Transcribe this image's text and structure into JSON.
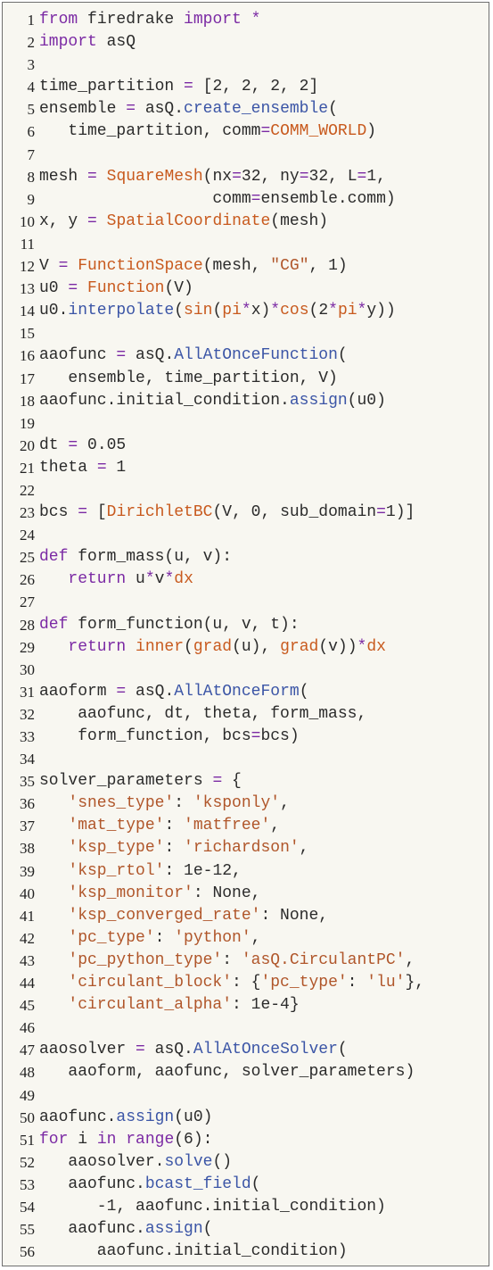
{
  "colors": {
    "background": "#f8f7f1",
    "keyword": "#7b2aa4",
    "method": "#3b55a6",
    "builtin": "#c85a1e",
    "string": "#b0562a",
    "text": "#2b2b2b"
  },
  "lines": [
    {
      "n": "1",
      "tokens": [
        {
          "t": "from",
          "c": "kw"
        },
        {
          "t": " firedrake "
        },
        {
          "t": "import",
          "c": "kw"
        },
        {
          "t": " "
        },
        {
          "t": "*",
          "c": "op"
        }
      ]
    },
    {
      "n": "2",
      "tokens": [
        {
          "t": "import",
          "c": "kw"
        },
        {
          "t": " asQ"
        }
      ]
    },
    {
      "n": "3",
      "tokens": []
    },
    {
      "n": "4",
      "tokens": [
        {
          "t": "time_partition "
        },
        {
          "t": "=",
          "c": "op"
        },
        {
          "t": " [2, 2, 2, 2]"
        }
      ]
    },
    {
      "n": "5",
      "tokens": [
        {
          "t": "ensemble "
        },
        {
          "t": "=",
          "c": "op"
        },
        {
          "t": " asQ."
        },
        {
          "t": "create_ensemble",
          "c": "fn"
        },
        {
          "t": "("
        }
      ]
    },
    {
      "n": "6",
      "tokens": [
        {
          "t": "   time_partition, comm"
        },
        {
          "t": "=",
          "c": "op"
        },
        {
          "t": "COMM_WORLD",
          "c": "bi"
        },
        {
          "t": ")"
        }
      ]
    },
    {
      "n": "7",
      "tokens": []
    },
    {
      "n": "8",
      "tokens": [
        {
          "t": "mesh "
        },
        {
          "t": "=",
          "c": "op"
        },
        {
          "t": " "
        },
        {
          "t": "SquareMesh",
          "c": "bi"
        },
        {
          "t": "(nx"
        },
        {
          "t": "=",
          "c": "op"
        },
        {
          "t": "32, ny"
        },
        {
          "t": "=",
          "c": "op"
        },
        {
          "t": "32, L"
        },
        {
          "t": "=",
          "c": "op"
        },
        {
          "t": "1,"
        }
      ]
    },
    {
      "n": "9",
      "tokens": [
        {
          "t": "                  comm"
        },
        {
          "t": "=",
          "c": "op"
        },
        {
          "t": "ensemble.comm)"
        }
      ]
    },
    {
      "n": "10",
      "tokens": [
        {
          "t": "x, y "
        },
        {
          "t": "=",
          "c": "op"
        },
        {
          "t": " "
        },
        {
          "t": "SpatialCoordinate",
          "c": "bi"
        },
        {
          "t": "(mesh)"
        }
      ]
    },
    {
      "n": "11",
      "tokens": []
    },
    {
      "n": "12",
      "tokens": [
        {
          "t": "V "
        },
        {
          "t": "=",
          "c": "op"
        },
        {
          "t": " "
        },
        {
          "t": "FunctionSpace",
          "c": "bi"
        },
        {
          "t": "(mesh, "
        },
        {
          "t": "\"CG\"",
          "c": "st"
        },
        {
          "t": ", 1)"
        }
      ]
    },
    {
      "n": "13",
      "tokens": [
        {
          "t": "u0 "
        },
        {
          "t": "=",
          "c": "op"
        },
        {
          "t": " "
        },
        {
          "t": "Function",
          "c": "bi"
        },
        {
          "t": "(V)"
        }
      ]
    },
    {
      "n": "14",
      "tokens": [
        {
          "t": "u0."
        },
        {
          "t": "interpolate",
          "c": "fn"
        },
        {
          "t": "("
        },
        {
          "t": "sin",
          "c": "bi"
        },
        {
          "t": "("
        },
        {
          "t": "pi",
          "c": "bi"
        },
        {
          "t": "*",
          "c": "op"
        },
        {
          "t": "x)"
        },
        {
          "t": "*",
          "c": "op"
        },
        {
          "t": "cos",
          "c": "bi"
        },
        {
          "t": "(2"
        },
        {
          "t": "*",
          "c": "op"
        },
        {
          "t": "pi",
          "c": "bi"
        },
        {
          "t": "*",
          "c": "op"
        },
        {
          "t": "y))"
        }
      ]
    },
    {
      "n": "15",
      "tokens": []
    },
    {
      "n": "16",
      "tokens": [
        {
          "t": "aaofunc "
        },
        {
          "t": "=",
          "c": "op"
        },
        {
          "t": " asQ."
        },
        {
          "t": "AllAtOnceFunction",
          "c": "fn"
        },
        {
          "t": "("
        }
      ]
    },
    {
      "n": "17",
      "tokens": [
        {
          "t": "   ensemble, time_partition, V)"
        }
      ]
    },
    {
      "n": "18",
      "tokens": [
        {
          "t": "aaofunc.initial_condition."
        },
        {
          "t": "assign",
          "c": "fn"
        },
        {
          "t": "(u0)"
        }
      ]
    },
    {
      "n": "19",
      "tokens": []
    },
    {
      "n": "20",
      "tokens": [
        {
          "t": "dt "
        },
        {
          "t": "=",
          "c": "op"
        },
        {
          "t": " 0.05"
        }
      ]
    },
    {
      "n": "21",
      "tokens": [
        {
          "t": "theta "
        },
        {
          "t": "=",
          "c": "op"
        },
        {
          "t": " 1"
        }
      ]
    },
    {
      "n": "22",
      "tokens": []
    },
    {
      "n": "23",
      "tokens": [
        {
          "t": "bcs "
        },
        {
          "t": "=",
          "c": "op"
        },
        {
          "t": " ["
        },
        {
          "t": "DirichletBC",
          "c": "bi"
        },
        {
          "t": "(V, 0, sub_domain"
        },
        {
          "t": "=",
          "c": "op"
        },
        {
          "t": "1)]"
        }
      ]
    },
    {
      "n": "24",
      "tokens": []
    },
    {
      "n": "25",
      "tokens": [
        {
          "t": "def",
          "c": "kw"
        },
        {
          "t": " form_mass(u, v):"
        }
      ]
    },
    {
      "n": "26",
      "tokens": [
        {
          "t": "   "
        },
        {
          "t": "return",
          "c": "kw"
        },
        {
          "t": " u"
        },
        {
          "t": "*",
          "c": "op"
        },
        {
          "t": "v"
        },
        {
          "t": "*",
          "c": "op"
        },
        {
          "t": "dx",
          "c": "bi"
        }
      ]
    },
    {
      "n": "27",
      "tokens": []
    },
    {
      "n": "28",
      "tokens": [
        {
          "t": "def",
          "c": "kw"
        },
        {
          "t": " form_function(u, v, t):"
        }
      ]
    },
    {
      "n": "29",
      "tokens": [
        {
          "t": "   "
        },
        {
          "t": "return",
          "c": "kw"
        },
        {
          "t": " "
        },
        {
          "t": "inner",
          "c": "bi"
        },
        {
          "t": "("
        },
        {
          "t": "grad",
          "c": "bi"
        },
        {
          "t": "(u), "
        },
        {
          "t": "grad",
          "c": "bi"
        },
        {
          "t": "(v))"
        },
        {
          "t": "*",
          "c": "op"
        },
        {
          "t": "dx",
          "c": "bi"
        }
      ]
    },
    {
      "n": "30",
      "tokens": []
    },
    {
      "n": "31",
      "tokens": [
        {
          "t": "aaoform "
        },
        {
          "t": "=",
          "c": "op"
        },
        {
          "t": " asQ."
        },
        {
          "t": "AllAtOnceForm",
          "c": "fn"
        },
        {
          "t": "("
        }
      ]
    },
    {
      "n": "32",
      "tokens": [
        {
          "t": "    aaofunc, dt, theta, form_mass,"
        }
      ]
    },
    {
      "n": "33",
      "tokens": [
        {
          "t": "    form_function, bcs"
        },
        {
          "t": "=",
          "c": "op"
        },
        {
          "t": "bcs)"
        }
      ]
    },
    {
      "n": "34",
      "tokens": []
    },
    {
      "n": "35",
      "tokens": [
        {
          "t": "solver_parameters "
        },
        {
          "t": "=",
          "c": "op"
        },
        {
          "t": " {"
        }
      ]
    },
    {
      "n": "36",
      "tokens": [
        {
          "t": "   "
        },
        {
          "t": "'snes_type'",
          "c": "st"
        },
        {
          "t": ": "
        },
        {
          "t": "'ksponly'",
          "c": "st"
        },
        {
          "t": ","
        }
      ]
    },
    {
      "n": "37",
      "tokens": [
        {
          "t": "   "
        },
        {
          "t": "'mat_type'",
          "c": "st"
        },
        {
          "t": ": "
        },
        {
          "t": "'matfree'",
          "c": "st"
        },
        {
          "t": ","
        }
      ]
    },
    {
      "n": "38",
      "tokens": [
        {
          "t": "   "
        },
        {
          "t": "'ksp_type'",
          "c": "st"
        },
        {
          "t": ": "
        },
        {
          "t": "'richardson'",
          "c": "st"
        },
        {
          "t": ","
        }
      ]
    },
    {
      "n": "39",
      "tokens": [
        {
          "t": "   "
        },
        {
          "t": "'ksp_rtol'",
          "c": "st"
        },
        {
          "t": ": 1e-12,"
        }
      ]
    },
    {
      "n": "40",
      "tokens": [
        {
          "t": "   "
        },
        {
          "t": "'ksp_monitor'",
          "c": "st"
        },
        {
          "t": ": None,"
        }
      ]
    },
    {
      "n": "41",
      "tokens": [
        {
          "t": "   "
        },
        {
          "t": "'ksp_converged_rate'",
          "c": "st"
        },
        {
          "t": ": None,"
        }
      ]
    },
    {
      "n": "42",
      "tokens": [
        {
          "t": "   "
        },
        {
          "t": "'pc_type'",
          "c": "st"
        },
        {
          "t": ": "
        },
        {
          "t": "'python'",
          "c": "st"
        },
        {
          "t": ","
        }
      ]
    },
    {
      "n": "43",
      "tokens": [
        {
          "t": "   "
        },
        {
          "t": "'pc_python_type'",
          "c": "st"
        },
        {
          "t": ": "
        },
        {
          "t": "'asQ.CirculantPC'",
          "c": "st"
        },
        {
          "t": ","
        }
      ]
    },
    {
      "n": "44",
      "tokens": [
        {
          "t": "   "
        },
        {
          "t": "'circulant_block'",
          "c": "st"
        },
        {
          "t": ": {"
        },
        {
          "t": "'pc_type'",
          "c": "st"
        },
        {
          "t": ": "
        },
        {
          "t": "'lu'",
          "c": "st"
        },
        {
          "t": "},"
        }
      ]
    },
    {
      "n": "45",
      "tokens": [
        {
          "t": "   "
        },
        {
          "t": "'circulant_alpha'",
          "c": "st"
        },
        {
          "t": ": 1e-4}"
        }
      ]
    },
    {
      "n": "46",
      "tokens": []
    },
    {
      "n": "47",
      "tokens": [
        {
          "t": "aaosolver "
        },
        {
          "t": "=",
          "c": "op"
        },
        {
          "t": " asQ."
        },
        {
          "t": "AllAtOnceSolver",
          "c": "fn"
        },
        {
          "t": "("
        }
      ]
    },
    {
      "n": "48",
      "tokens": [
        {
          "t": "   aaoform, aaofunc, solver_parameters)"
        }
      ]
    },
    {
      "n": "49",
      "tokens": []
    },
    {
      "n": "50",
      "tokens": [
        {
          "t": "aaofunc."
        },
        {
          "t": "assign",
          "c": "fn"
        },
        {
          "t": "(u0)"
        }
      ]
    },
    {
      "n": "51",
      "tokens": [
        {
          "t": "for",
          "c": "kw"
        },
        {
          "t": " i "
        },
        {
          "t": "in",
          "c": "kw"
        },
        {
          "t": " "
        },
        {
          "t": "range",
          "c": "kw"
        },
        {
          "t": "(6):"
        }
      ]
    },
    {
      "n": "52",
      "tokens": [
        {
          "t": "   aaosolver."
        },
        {
          "t": "solve",
          "c": "fn"
        },
        {
          "t": "()"
        }
      ]
    },
    {
      "n": "53",
      "tokens": [
        {
          "t": "   aaofunc."
        },
        {
          "t": "bcast_field",
          "c": "fn"
        },
        {
          "t": "("
        }
      ]
    },
    {
      "n": "54",
      "tokens": [
        {
          "t": "      -1, aaofunc.initial_condition)"
        }
      ]
    },
    {
      "n": "55",
      "tokens": [
        {
          "t": "   aaofunc."
        },
        {
          "t": "assign",
          "c": "fn"
        },
        {
          "t": "("
        }
      ]
    },
    {
      "n": "56",
      "tokens": [
        {
          "t": "      aaofunc.initial_condition)"
        }
      ]
    }
  ]
}
